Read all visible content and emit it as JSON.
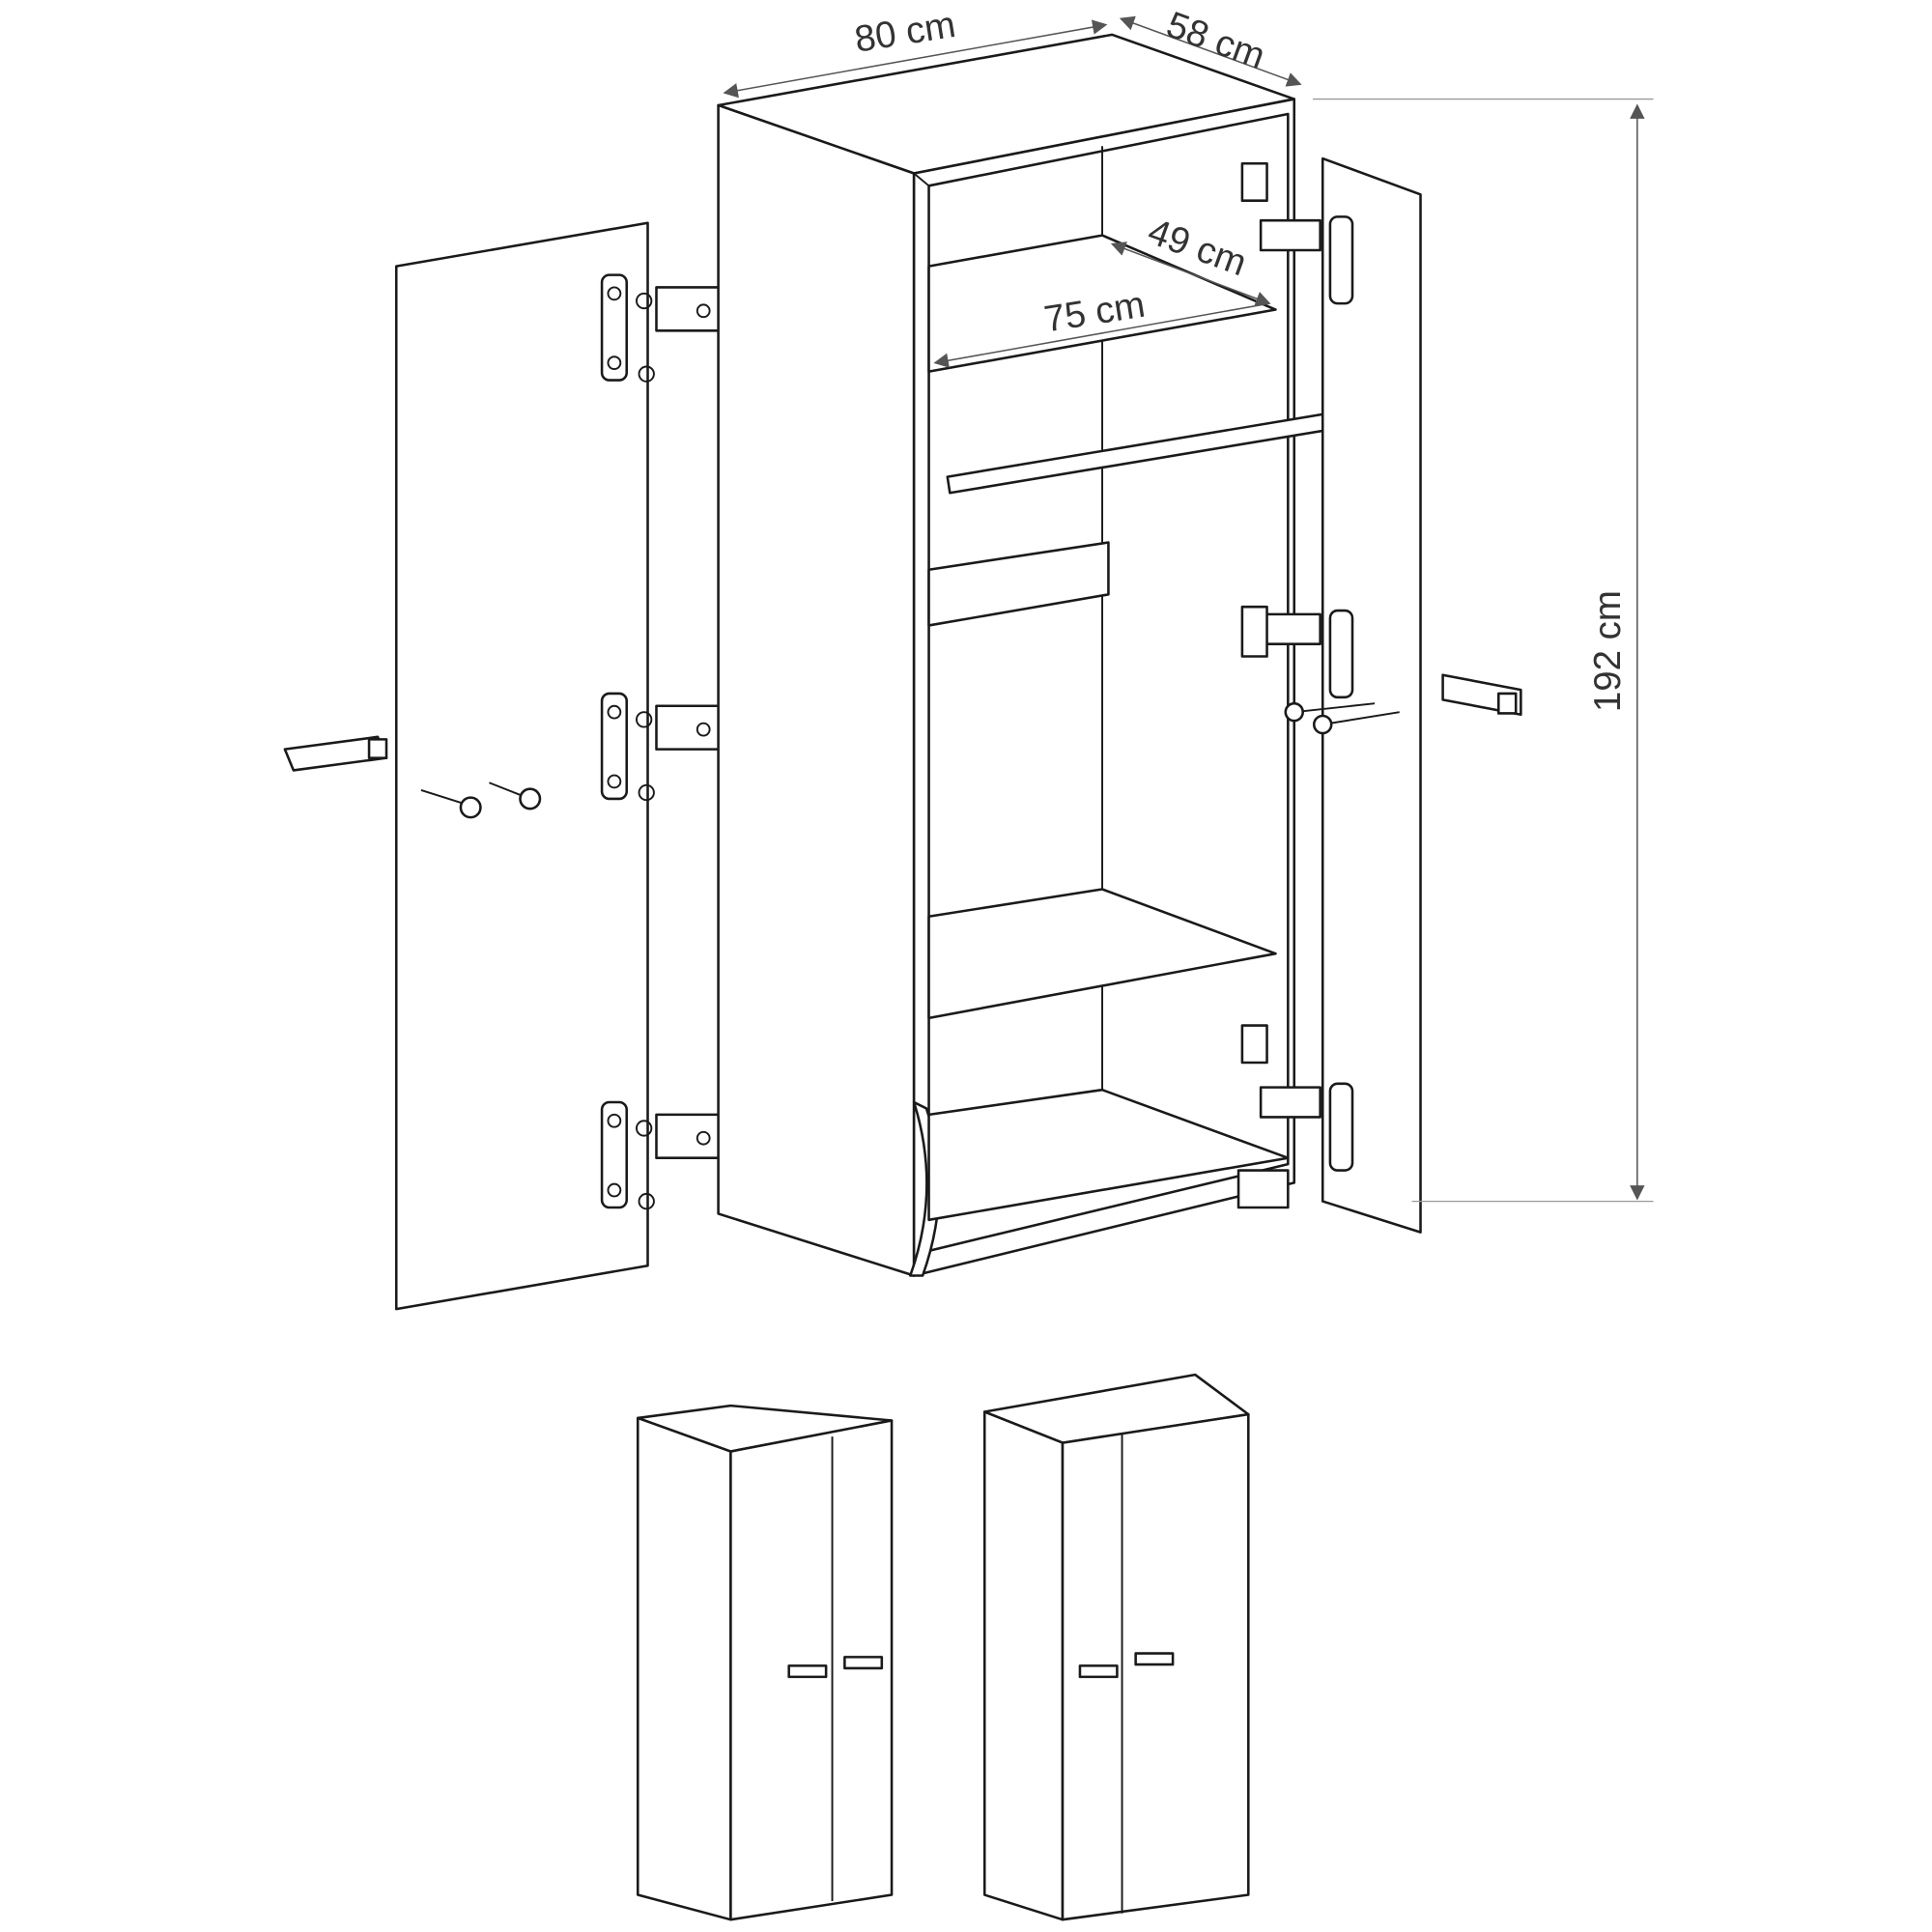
{
  "dimensions": {
    "width": "80 cm",
    "depth": "58 cm",
    "height": "192 cm",
    "shelf_depth": "49 cm",
    "shelf_width": "75 cm"
  },
  "colors": {
    "line": "#1a1a1a",
    "dimension": "#555555"
  }
}
